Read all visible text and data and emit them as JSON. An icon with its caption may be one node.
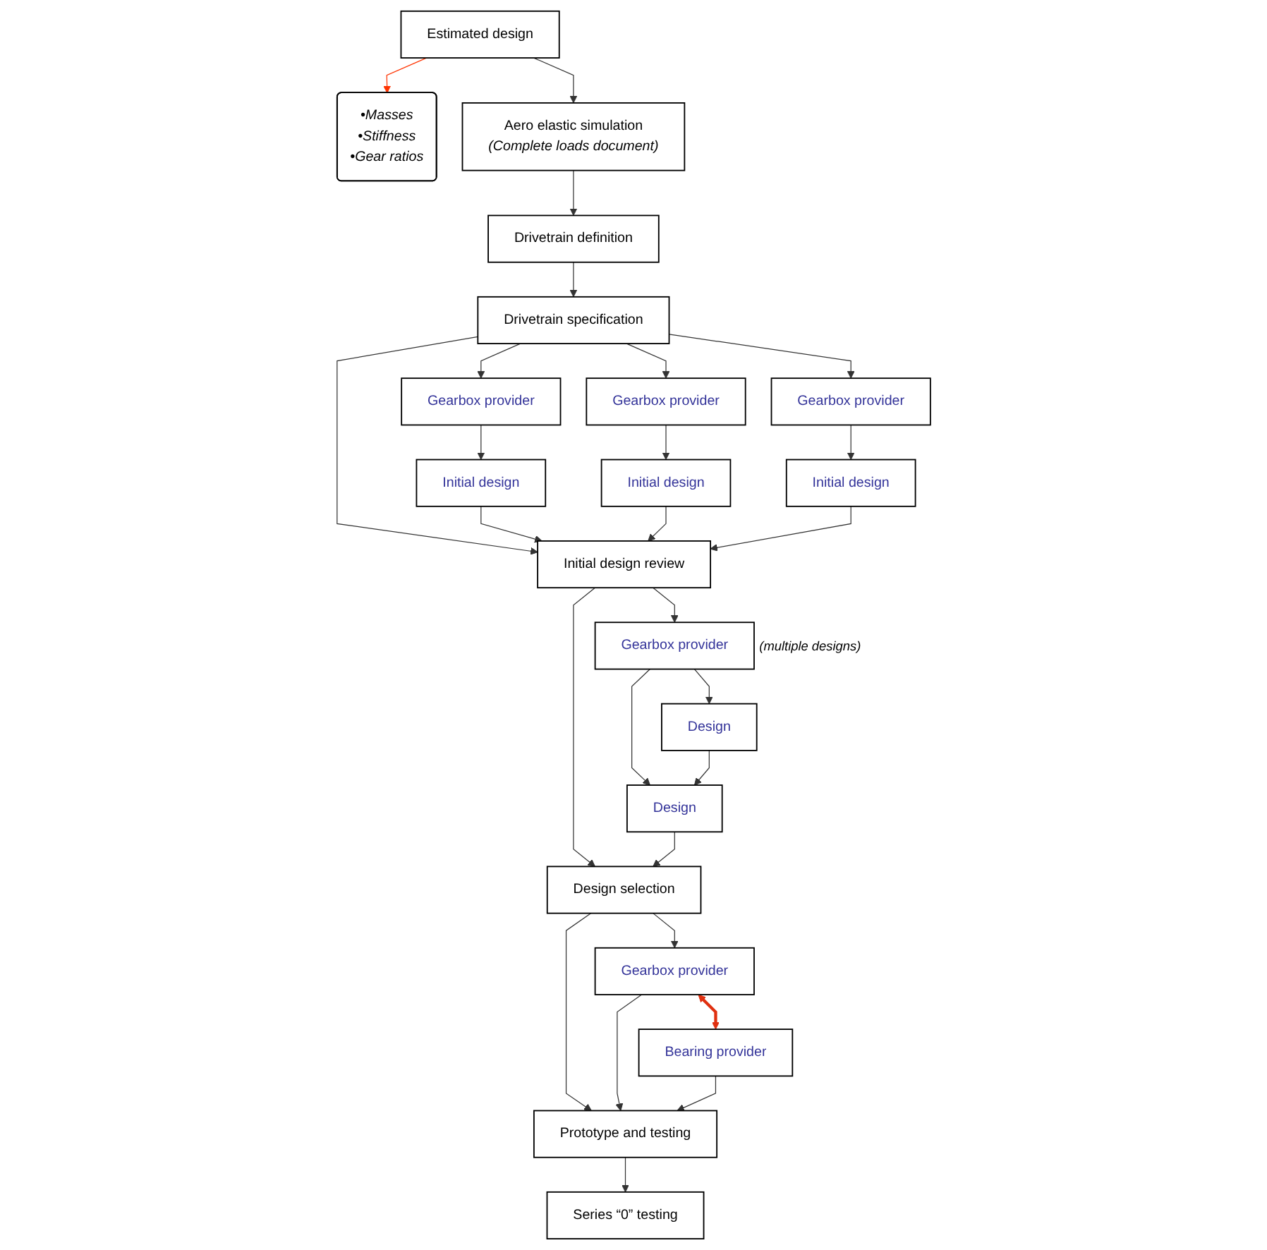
{
  "diagram": {
    "nodes": [
      {
        "text": [
          "Estimated design"
        ]
      },
      {
        "text": [
          "•Masses",
          "•Stiffness",
          "•Gear ratios"
        ]
      },
      {
        "text": [
          "Aero elastic simulation",
          "(Complete loads document)"
        ]
      },
      {
        "text": [
          "Drivetrain definition"
        ]
      },
      {
        "text": [
          "Drivetrain specification"
        ]
      },
      {
        "text": [
          "Gearbox provider"
        ]
      },
      {
        "text": [
          "Gearbox provider"
        ]
      },
      {
        "text": [
          "Gearbox provider"
        ]
      },
      {
        "text": [
          "Initial design"
        ]
      },
      {
        "text": [
          "Initial design"
        ]
      },
      {
        "text": [
          "Initial design"
        ]
      },
      {
        "text": [
          "Initial design review"
        ]
      },
      {
        "text": [
          "Gearbox provider"
        ],
        "beside": [
          "(multiple designs)"
        ]
      },
      {
        "text": [
          "Design"
        ]
      },
      {
        "text": [
          "Design"
        ]
      },
      {
        "text": [
          "Design selection"
        ]
      },
      {
        "text": [
          "Gearbox provider"
        ]
      },
      {
        "text": [
          "Bearing provider"
        ]
      },
      {
        "text": [
          "Prototype and testing"
        ]
      },
      {
        "text": [
          "Series “0” testing"
        ]
      }
    ],
    "edges": [
      {
        "from": 0,
        "to": 1,
        "arrow": "to",
        "color": "#ff3300"
      },
      {
        "from": 0,
        "to": 2,
        "arrow": "to"
      },
      {
        "from": 2,
        "to": 3,
        "arrow": "to"
      },
      {
        "from": 3,
        "to": 4,
        "arrow": "to"
      },
      {
        "from": 4,
        "to": 5,
        "arrow": "to"
      },
      {
        "from": 4,
        "to": 6,
        "arrow": "to"
      },
      {
        "from": 4,
        "to": 7,
        "arrow": "to"
      },
      {
        "from": 5,
        "to": 8,
        "arrow": "to"
      },
      {
        "from": 6,
        "to": 9,
        "arrow": "to"
      },
      {
        "from": 7,
        "to": 10,
        "arrow": "to"
      },
      {
        "from": 4,
        "to": 11,
        "arrow": "to"
      },
      {
        "from": 8,
        "to": 11,
        "arrow": "to"
      },
      {
        "from": 9,
        "to": 11,
        "arrow": "to"
      },
      {
        "from": 10,
        "to": 11,
        "arrow": "to"
      },
      {
        "from": 11,
        "to": 12,
        "arrow": "to"
      },
      {
        "from": 11,
        "to": 15,
        "arrow": "to"
      },
      {
        "from": 12,
        "to": 13,
        "arrow": "to"
      },
      {
        "from": 12,
        "to": 14,
        "arrow": "to"
      },
      {
        "from": 14,
        "to": 13,
        "arrow": "to"
      },
      {
        "from": 13,
        "to": 15,
        "arrow": "to"
      },
      {
        "from": 15,
        "to": 16,
        "arrow": "to"
      },
      {
        "from": 15,
        "to": 18,
        "arrow": "to"
      },
      {
        "from": 16,
        "to": 17,
        "arrow": "both",
        "style": "thick",
        "color": "#e03010"
      },
      {
        "from": 16,
        "to": 18,
        "arrow": "to"
      },
      {
        "from": 17,
        "to": 18,
        "arrow": "to"
      },
      {
        "from": 18,
        "to": 19,
        "arrow": "to"
      }
    ]
  }
}
